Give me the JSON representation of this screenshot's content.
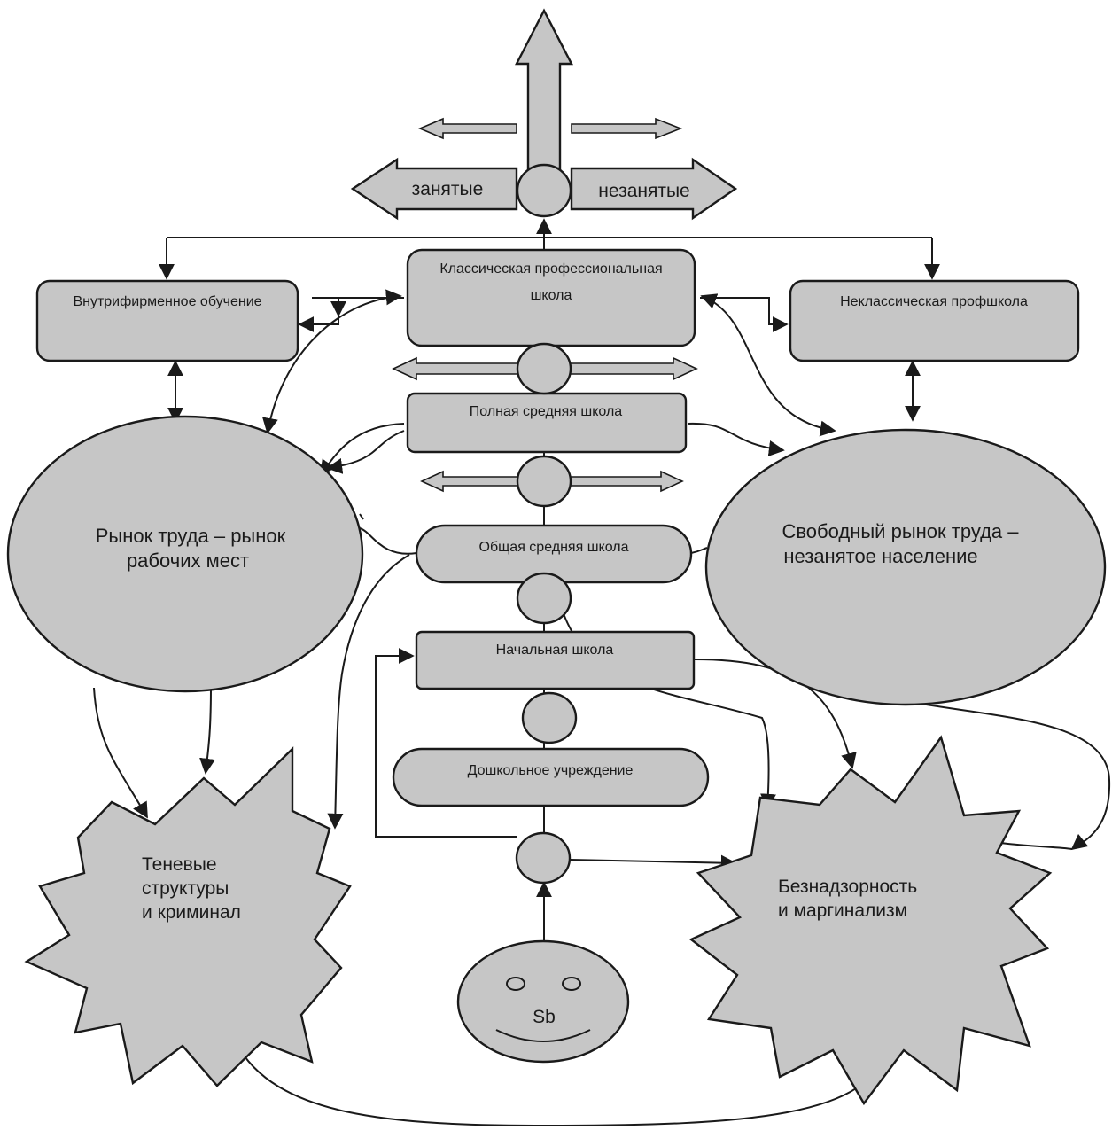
{
  "diagram": {
    "top_arrows": {
      "left_label": "занятые",
      "right_label": "незанятые"
    },
    "boxes": {
      "classic_school_line1": "Классическая профессиональная",
      "classic_school_line2": "школа",
      "in_company": "Внутрифирменное обучение",
      "nonclassic": "Неклассическая профшкола",
      "full_secondary": "Полная средняя школа",
      "general_secondary": "Общая средняя школа",
      "primary": "Начальная школа",
      "preschool": "Дошкольное учреждение"
    },
    "ellipses": {
      "labor_market_line1": "Рынок труда – рынок",
      "labor_market_line2": "рабочих мест",
      "free_market_line1": "Свободный  рынок  труда –",
      "free_market_line2": "незанятое население"
    },
    "stars": {
      "shadow_line1": "Теневые",
      "shadow_line2": "структуры",
      "shadow_line3": "и криминал",
      "neglect_line1": "Безнадзорность",
      "neglect_line2": "и маргинализм"
    },
    "face": {
      "label": "Sb"
    },
    "colors": {
      "fill": "#c6c6c6",
      "stroke": "#1a1a1a"
    }
  }
}
